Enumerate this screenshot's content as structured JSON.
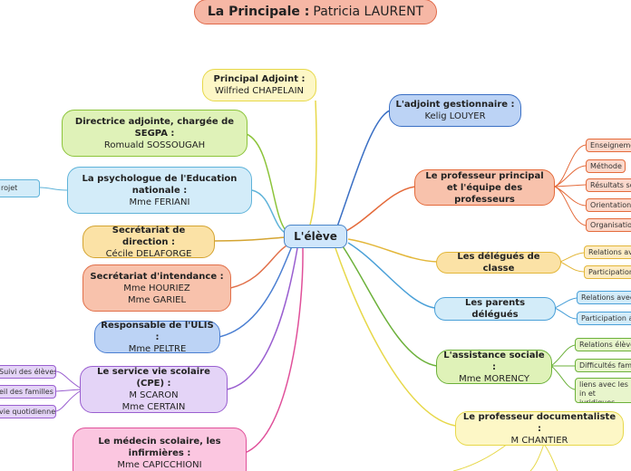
{
  "title": {
    "role": "La Principale :",
    "name": "Patricia LAURENT"
  },
  "center": "L'élève",
  "left_nodes": [
    {
      "role": "Principal Adjoint :",
      "name": "Wilfried CHAPELAIN"
    },
    {
      "role": "Directrice adjointe, chargée de SEGPA :",
      "name": "Romuald SOSSOUGAH"
    },
    {
      "role": "La psychologue de l'Education nationale :",
      "name": "Mme FERIANI"
    },
    {
      "role": "Secrétariat de direction :",
      "name": "Cécile DELAFORGE"
    },
    {
      "role": "Secrétariat d'intendance :",
      "name": "Mme HOURIEZ",
      "name2": "Mme GARIEL"
    },
    {
      "role": "Responsable de l'ULIS :",
      "name": "Mme PELTRE"
    },
    {
      "role": "Le service vie scolaire (CPE) :",
      "name": "M SCARON",
      "name2": "Mme CERTAIN"
    },
    {
      "role": "Le médecin scolaire, les infirmières :",
      "name": "Mme CAPICCHIONI"
    }
  ],
  "right_nodes": [
    {
      "role": "L'adjoint gestionnaire :",
      "name": "Kelig LOUYER"
    },
    {
      "role": "Le professeur principal et l'équipe des professeurs",
      "name": ""
    },
    {
      "role": "Les délégués de classe",
      "name": ""
    },
    {
      "role": "Les parents délégués",
      "name": ""
    },
    {
      "role": "L'assistance sociale :",
      "name": "Mme MORENCY"
    },
    {
      "role": "Le professeur documentaliste :",
      "name": "M CHANTIER"
    }
  ],
  "left_leaves": {
    "psychologue": [
      "rojet"
    ],
    "vie_scolaire": [
      "Suivi des élèves",
      "eil des familles",
      "vie quotidienne"
    ]
  },
  "right_leaves": {
    "professeurs": [
      "Enseigneme",
      "Méthode",
      "Résultats sc",
      "Orientation",
      "Organisation"
    ],
    "delegues": [
      "Relations av",
      "Participation"
    ],
    "parents": [
      "Relations avec",
      "Participation a"
    ],
    "assistance": [
      "Relations élève",
      "Difficultés fami",
      "liens avec les in et juridiques"
    ]
  }
}
